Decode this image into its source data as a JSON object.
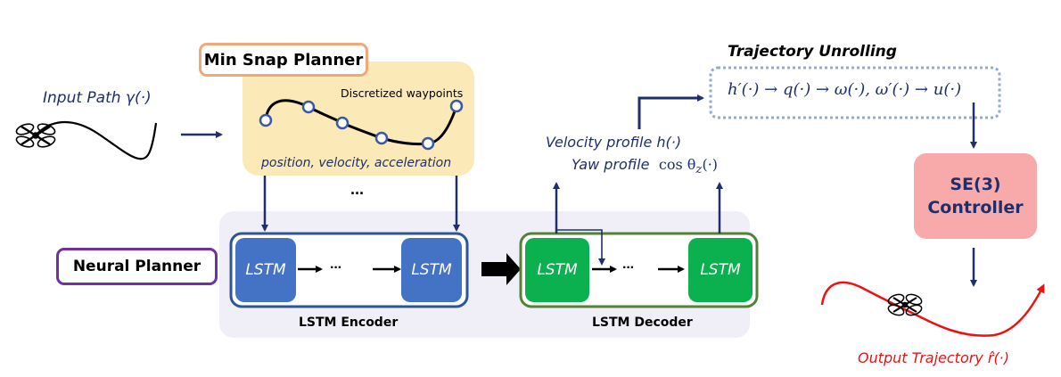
{
  "input": {
    "label": "Input Path γ(·)"
  },
  "min_snap": {
    "title": "Min Snap Planner",
    "waypoints_label": "Discretized waypoints",
    "outputs_label": "position, velocity, acceleration",
    "ellipsis": "···"
  },
  "neural_planner": {
    "title": "Neural Planner",
    "encoder": {
      "label": "LSTM Encoder",
      "cells": [
        "LSTM",
        "LSTM"
      ],
      "ellipsis": "···"
    },
    "decoder": {
      "label": "LSTM Decoder",
      "cells": [
        "LSTM",
        "LSTM"
      ],
      "ellipsis": "···"
    }
  },
  "profiles": {
    "velocity": "Velocity profile h(·)",
    "yaw_label": "Yaw profile",
    "yaw_math": "cos θ_z(·)"
  },
  "unrolling": {
    "title": "Trajectory Unrolling",
    "formula": "h′(·) → q(·) → ω(·), ω′(·) → u(·)"
  },
  "controller": {
    "line1": "SE(3)",
    "line2": "Controller"
  },
  "output": {
    "label": "Output Trajectory r̂(·)"
  },
  "colors": {
    "navy": "#1f2f6b",
    "min_snap_fill": "#fbe9b7",
    "min_snap_border": "#f0a878",
    "neural_border": "#7030a0",
    "panel_bg": "#f0eef6",
    "encoder_blue": "#4472c4",
    "encoder_border": "#2f5597",
    "decoder_green": "#0bb14f",
    "decoder_border": "#538135",
    "controller_fill": "#f8aaaa",
    "unrolling_border": "#8faadc",
    "output_red": "#ee1111"
  }
}
